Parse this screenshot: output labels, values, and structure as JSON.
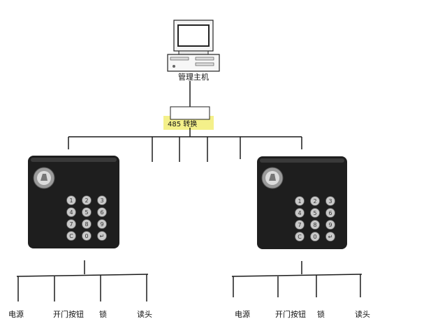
{
  "host": {
    "label": "管理主机",
    "icon": "computer-icon"
  },
  "converter": {
    "label": "485 转换",
    "highlight_color": "#f4f08a"
  },
  "controllers": [
    {
      "id": "left",
      "keys": [
        "1",
        "2",
        "3",
        "4",
        "5",
        "6",
        "7",
        "8",
        "9",
        "C",
        "0",
        "↵"
      ],
      "peripherals": [
        "电源",
        "开门按钮",
        "锁",
        "读头"
      ]
    },
    {
      "id": "right",
      "keys": [
        "1",
        "2",
        "3",
        "4",
        "5",
        "6",
        "7",
        "8",
        "9",
        "C",
        "0",
        "↵"
      ],
      "peripherals": [
        "电源",
        "开门按钮",
        "锁",
        "读头"
      ]
    }
  ],
  "colors": {
    "line": "#1a1a1a",
    "device_body": "#1e1e1e",
    "key": "#c9c9c9"
  }
}
